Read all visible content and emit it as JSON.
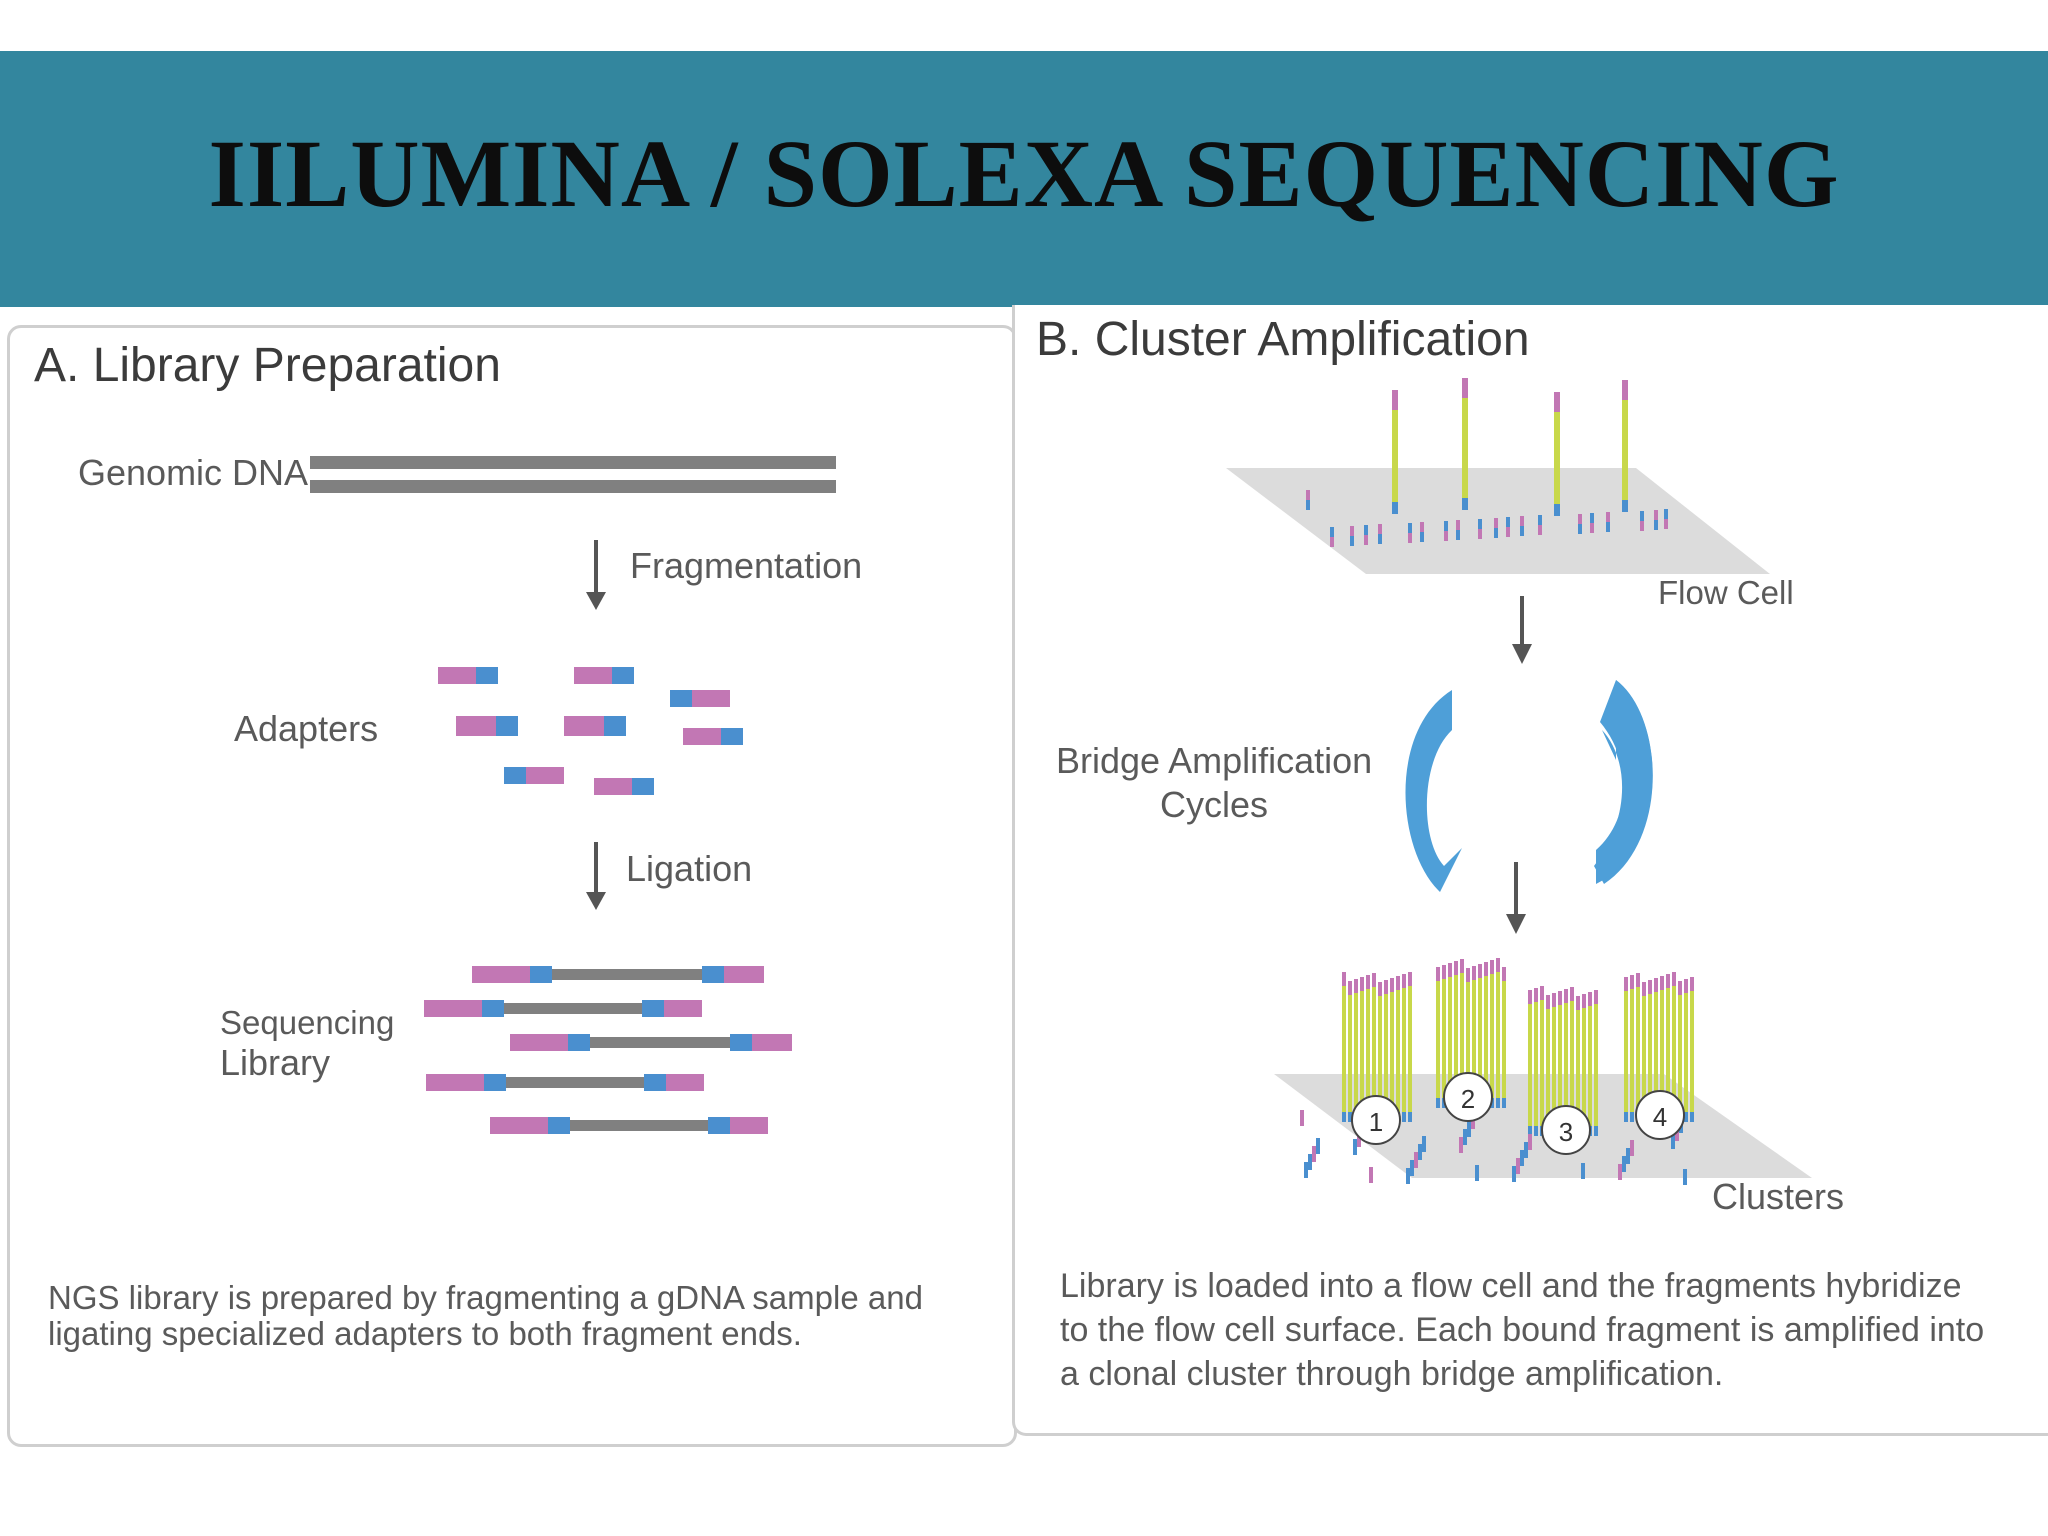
{
  "slide": {
    "title": "IILUMINA / SOLEXA SEQUENCING",
    "banner_color": "#33869e"
  },
  "panel_a": {
    "heading": "A. Library Preparation",
    "genomic_dna_label": "Genomic DNA",
    "fragmentation_label": "Fragmentation",
    "adapters_label": "Adapters",
    "ligation_label": "Ligation",
    "sequencing_library_label_line1": "Sequencing",
    "sequencing_library_label_line2": "Library",
    "caption_line1": "NGS library is prepared by fragmenting a gDNA sample and",
    "caption_line2": "ligating specialized adapters to both fragment ends."
  },
  "panel_b": {
    "heading": "B. Cluster Amplification",
    "flow_cell_label": "Flow Cell",
    "bridge_label_line1": "Bridge Amplification",
    "bridge_label_line2": "Cycles",
    "clusters_label": "Clusters",
    "cluster_numbers": [
      "1",
      "2",
      "3",
      "4"
    ],
    "caption_line1": "Library is loaded into a flow cell and the fragments hybridize",
    "caption_line2": "to the flow cell surface. Each bound fragment is amplified into",
    "caption_line3": "a clonal cluster through bridge amplification."
  },
  "colors": {
    "adapter_pink": "#c277b4",
    "adapter_blue": "#4a8fcf",
    "dna_gray": "#808080",
    "cycle_blue": "#4e9fd8",
    "strand_yellow": "#c8d84a",
    "flow_cell_gray": "#dcdcdc"
  }
}
